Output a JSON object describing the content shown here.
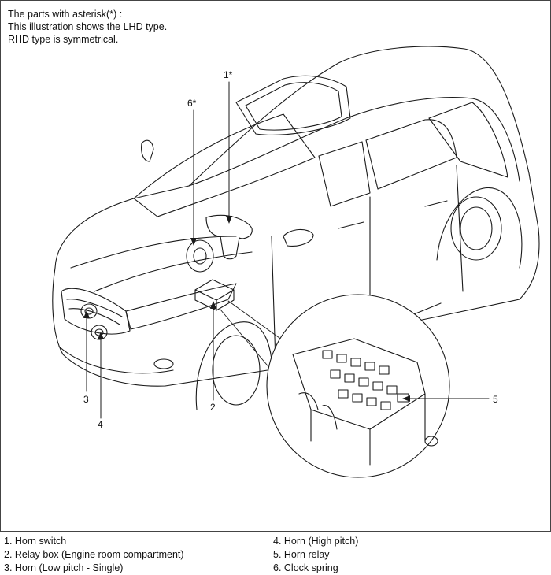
{
  "notes": [
    "The parts with asterisk(*) :",
    "This illustration shows the LHD type.",
    "RHD type is symmetrical."
  ],
  "callouts": {
    "c1": "1*",
    "c2": "2",
    "c3": "3",
    "c4": "4",
    "c5": "5",
    "c6": "6*"
  },
  "legend": {
    "left": [
      "1. Horn switch",
      "2. Relay box (Engine room compartment)",
      "3. Horn (Low pitch - Single)"
    ],
    "right": [
      "4. Horn (High pitch)",
      "5. Horn relay",
      "6. Clock spring"
    ]
  }
}
